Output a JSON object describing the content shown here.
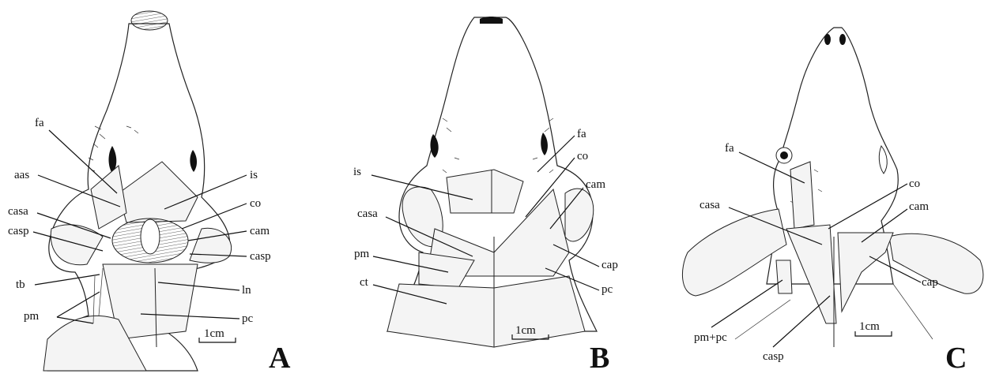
{
  "panels": [
    {
      "letter": "A",
      "scale": "1cm",
      "labels": [
        "fa",
        "aas",
        "casa",
        "casp",
        "tb",
        "pm",
        "is",
        "co",
        "cam",
        "casp",
        "ln",
        "pc"
      ]
    },
    {
      "letter": "B",
      "scale": "1cm",
      "labels": [
        "is",
        "casa",
        "pm",
        "ct",
        "fa",
        "co",
        "cam",
        "cap",
        "pc"
      ]
    },
    {
      "letter": "C",
      "scale": "1cm",
      "labels": [
        "fa",
        "casa",
        "pm+pc",
        "casp",
        "co",
        "cam",
        "cap"
      ]
    }
  ]
}
